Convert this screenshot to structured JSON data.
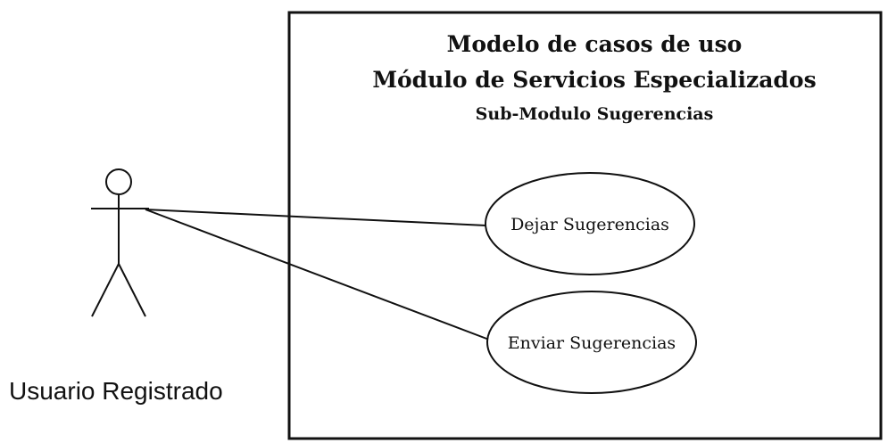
{
  "system": {
    "title_line1": "Modelo de casos de uso",
    "title_line2": "Módulo de Servicios Especializados",
    "title_line3": "Sub-Modulo Sugerencias"
  },
  "actor": {
    "label": "Usuario Registrado"
  },
  "use_cases": [
    {
      "label": "Dejar Sugerencias"
    },
    {
      "label": "Enviar Sugerencias"
    }
  ],
  "colors": {
    "stroke": "#111111",
    "background": "#ffffff"
  }
}
